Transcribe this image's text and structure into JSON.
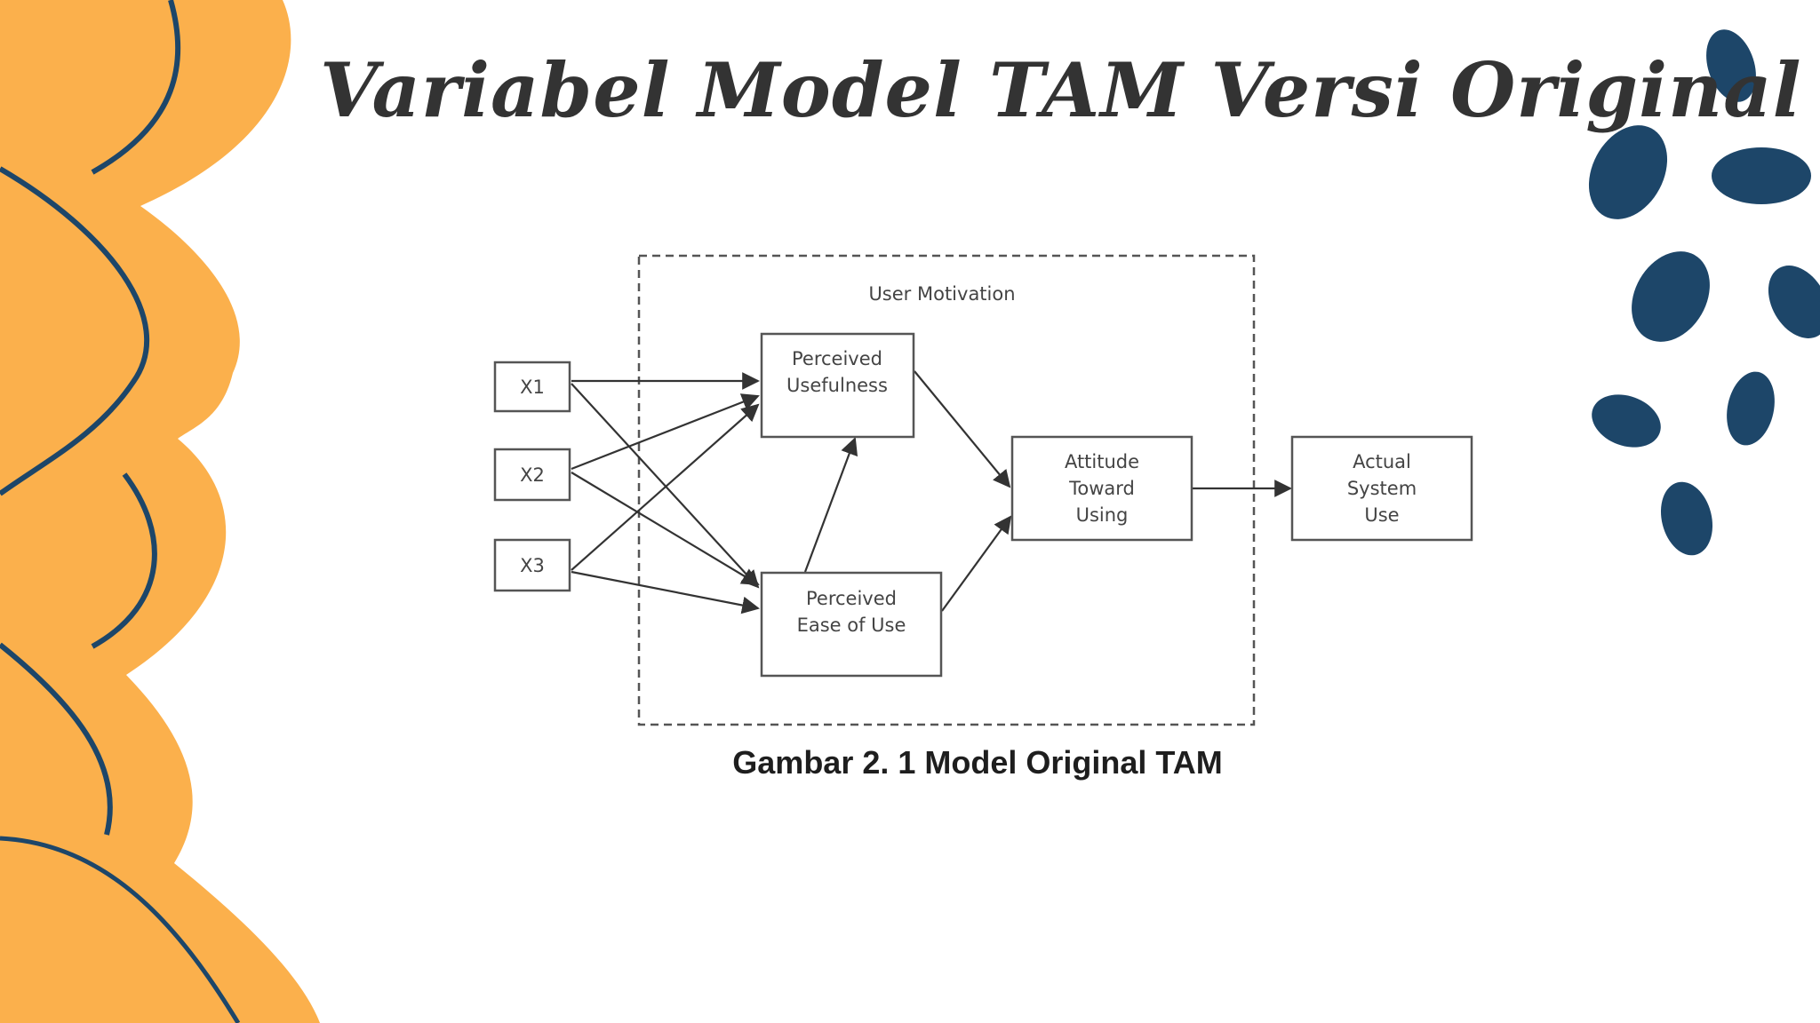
{
  "slide": {
    "title": "Variabel Model TAM Versi Original",
    "caption": "Gambar 2. 1 Model Original TAM"
  },
  "colors": {
    "orange": "#FBB04C",
    "navy": "#1D4669",
    "title_text": "#333333",
    "caption_text": "#1e1e1e",
    "diagram_line": "#555555"
  },
  "diagram": {
    "group_label": "User Motivation",
    "nodes": {
      "x1": {
        "label": "X1"
      },
      "x2": {
        "label": "X2"
      },
      "x3": {
        "label": "X3"
      },
      "pu": {
        "label_lines": [
          "Perceived",
          "Usefulness"
        ]
      },
      "peou": {
        "label_lines": [
          "Perceived",
          "Ease of Use"
        ]
      },
      "atu": {
        "label_lines": [
          "Attitude",
          "Toward",
          "Using"
        ]
      },
      "asu": {
        "label_lines": [
          "Actual",
          "System",
          "Use"
        ]
      }
    },
    "edges": [
      [
        "x1",
        "pu"
      ],
      [
        "x1",
        "peou"
      ],
      [
        "x2",
        "pu"
      ],
      [
        "x2",
        "peou"
      ],
      [
        "x3",
        "pu"
      ],
      [
        "x3",
        "peou"
      ],
      [
        "peou",
        "pu"
      ],
      [
        "pu",
        "atu"
      ],
      [
        "peou",
        "atu"
      ],
      [
        "atu",
        "asu"
      ]
    ]
  }
}
